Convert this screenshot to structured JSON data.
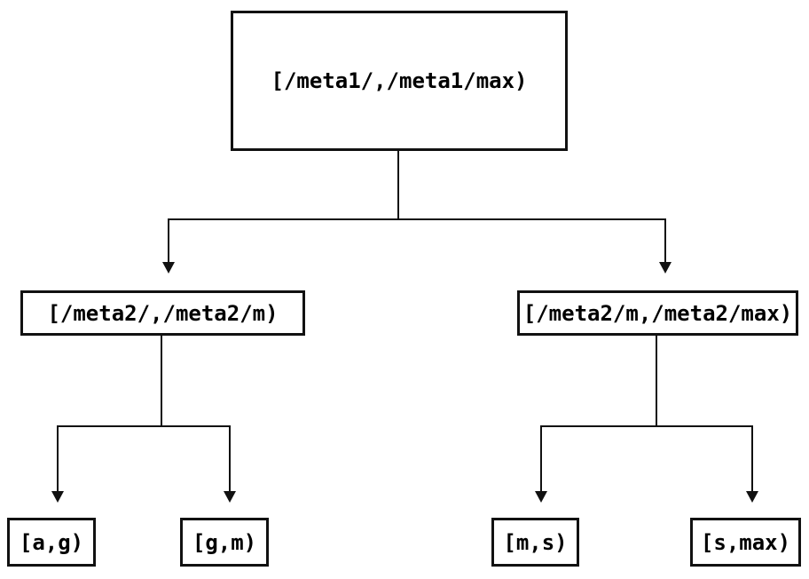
{
  "diagram": {
    "type": "binary-interval-partition-tree",
    "nodes": {
      "root": {
        "label": "[/meta1/,/meta1/max)"
      },
      "left": {
        "label": "[/meta2/,/meta2/m)"
      },
      "right": {
        "label": "[/meta2/m,/meta2/max)"
      },
      "left_left": {
        "label": "[a,g)"
      },
      "left_right": {
        "label": "[g,m)"
      },
      "right_left": {
        "label": "[m,s)"
      },
      "right_right": {
        "label": "[s,max)"
      }
    },
    "edges": [
      {
        "from": "root",
        "to": "left"
      },
      {
        "from": "root",
        "to": "right"
      },
      {
        "from": "left",
        "to": "left_left"
      },
      {
        "from": "left",
        "to": "left_right"
      },
      {
        "from": "right",
        "to": "right_left"
      },
      {
        "from": "right",
        "to": "right_right"
      }
    ],
    "colors": {
      "line": "#111111",
      "text": "#000000",
      "background": "#ffffff"
    }
  }
}
